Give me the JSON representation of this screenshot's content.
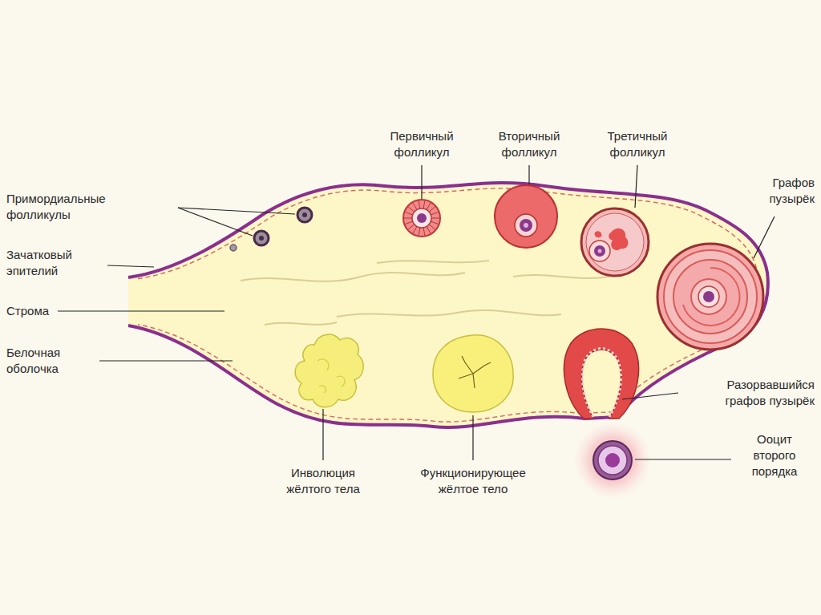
{
  "diagram": {
    "labels": [
      "Первичный фолликул",
      "Вторичный фолликул",
      "Третичный фолликул",
      "Графов пузырёк",
      "Примордиальные фолликулы",
      "Зачатковый эпителий",
      "Строма",
      "Белочная оболочка",
      "Разорвавшийся графов пузырёк",
      "Ооцит второго порядка",
      "Инволюция жёлтого тела",
      "Функционирующее жёлтое тело"
    ]
  }
}
